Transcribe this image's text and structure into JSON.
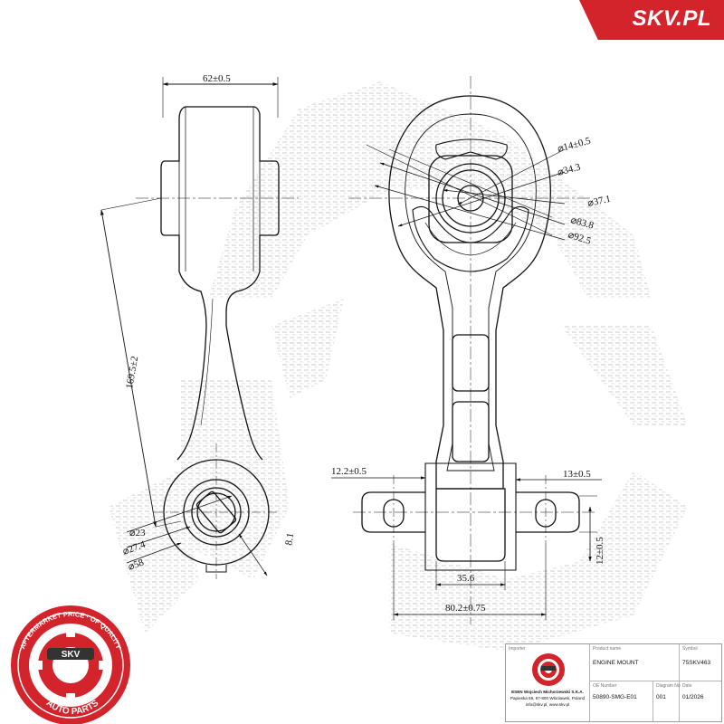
{
  "brand": {
    "name": "SKV.PL",
    "color": "#d3232b"
  },
  "seal": {
    "ring_text": "AFTERMARKET PRICE · OF QUALITY",
    "badge": "SKV",
    "bottom_text": "AUTO PARTS",
    "color": "#d3232b"
  },
  "dimensions": {
    "width_top": "62±0.5",
    "length": "169.5±2",
    "d23": "⌀23",
    "d27": "⌀27.4",
    "d58": "⌀58",
    "t81": "8.1",
    "d14": "⌀14±0.5",
    "d34": "⌀34.3",
    "d37": "⌀37.1",
    "d83": "⌀83.8",
    "d92": "⌀92.5",
    "left_offset": "12.2±0.5",
    "right_offset": "13±0.5",
    "height": "12±0.5",
    "bushing": "35.6",
    "overall": "80.2±0.75"
  },
  "title_block": {
    "importer_label": "Importer",
    "product_label": "Product name",
    "product_value": "ENGINE MOUNT",
    "symbol_label": "Symbol",
    "symbol_value": "75SKV463",
    "oe_label": "OE Number",
    "oe_value": "50890-SMG-E01",
    "diagram_label": "Diagram No",
    "diagram_value": "001",
    "date_label": "Date",
    "date_value": "01/2026",
    "company_line1": "ESEN Wojciech Michorzewski S.K.A.",
    "company_line2": "Papieska 69, 87-800 Włocławek, Poland",
    "company_line3": "info@skv.pl, www.skv.pl"
  },
  "colors": {
    "line": "#111111",
    "watermark": "#d9d9d9",
    "accent": "#d3232b"
  }
}
